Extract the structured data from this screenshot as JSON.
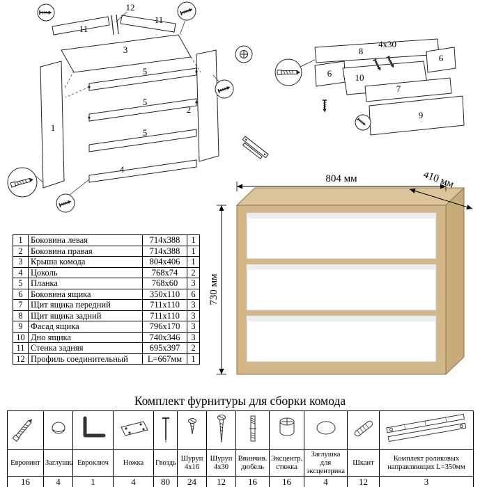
{
  "hardware_title": "Комплект фурнитуры для сборки комода",
  "dimensions": {
    "width": "804 мм",
    "depth": "410 мм",
    "height": "730 мм"
  },
  "parts_table": {
    "rows": [
      {
        "num": "1",
        "name": "Боковина левая",
        "size": "714x388",
        "qty": "1"
      },
      {
        "num": "2",
        "name": "Боковина правая",
        "size": "714x388",
        "qty": "1"
      },
      {
        "num": "3",
        "name": "Крыша комода",
        "size": "804x406",
        "qty": "1"
      },
      {
        "num": "4",
        "name": "Цоколь",
        "size": "768x74",
        "qty": "2"
      },
      {
        "num": "5",
        "name": "Планка",
        "size": "768x60",
        "qty": "3"
      },
      {
        "num": "6",
        "name": "Боковина ящика",
        "size": "350x110",
        "qty": "6"
      },
      {
        "num": "7",
        "name": "Щит ящика передний",
        "size": "711x110",
        "qty": "3"
      },
      {
        "num": "8",
        "name": "Щит ящика задний",
        "size": "711x110",
        "qty": "3"
      },
      {
        "num": "9",
        "name": "Фасад ящика",
        "size": "796x170",
        "qty": "3"
      },
      {
        "num": "10",
        "name": "Дно ящика",
        "size": "740x346",
        "qty": "3"
      },
      {
        "num": "11",
        "name": "Стенка задняя",
        "size": "695x397",
        "qty": "2"
      },
      {
        "num": "12",
        "name": "Профиль соединительный",
        "size": "L=667мм",
        "qty": "1"
      }
    ]
  },
  "diagram_carcass": {
    "labels": [
      "12",
      "11",
      "11",
      "3",
      "5",
      "5",
      "5",
      "2",
      "1",
      "4"
    ]
  },
  "diagram_drawer": {
    "labels": [
      "8",
      "6",
      "6",
      "10",
      "7",
      "9"
    ],
    "screw_label": "4x30"
  },
  "hardware": {
    "items": [
      {
        "name": "Евровинт",
        "qty": "16",
        "icon": "euroscrew"
      },
      {
        "name": "Заглушка",
        "qty": "4",
        "icon": "plug-cap"
      },
      {
        "name": "Евроключ",
        "qty": "1",
        "icon": "hex-key"
      },
      {
        "name": "Ножка",
        "qty": "4",
        "icon": "leg"
      },
      {
        "name": "Гвоздь",
        "qty": "80",
        "icon": "nail"
      },
      {
        "name": "Шуруп 4x16",
        "qty": "24",
        "icon": "screw-short"
      },
      {
        "name": "Шуруп 4x30",
        "qty": "12",
        "icon": "screw-long"
      },
      {
        "name": "Ввинчив. дюбель",
        "qty": "16",
        "icon": "dowel-screw"
      },
      {
        "name": "Эксцентр. стяжка",
        "qty": "16",
        "icon": "cam-lock"
      },
      {
        "name": "Заглушка для эксцентрика",
        "qty": "4",
        "icon": "cam-cover"
      },
      {
        "name": "Шкант",
        "qty": "12",
        "icon": "wood-dowel"
      },
      {
        "name": "Комплект роликовых направляющих L=350мм",
        "qty": "3",
        "icon": "roller-guides"
      }
    ]
  },
  "colors": {
    "wood_top": "#dcc49a",
    "wood_front": "#d3b788",
    "wood_side": "#c7ab79",
    "drawer_front": "#ffffff",
    "line": "#222222"
  }
}
